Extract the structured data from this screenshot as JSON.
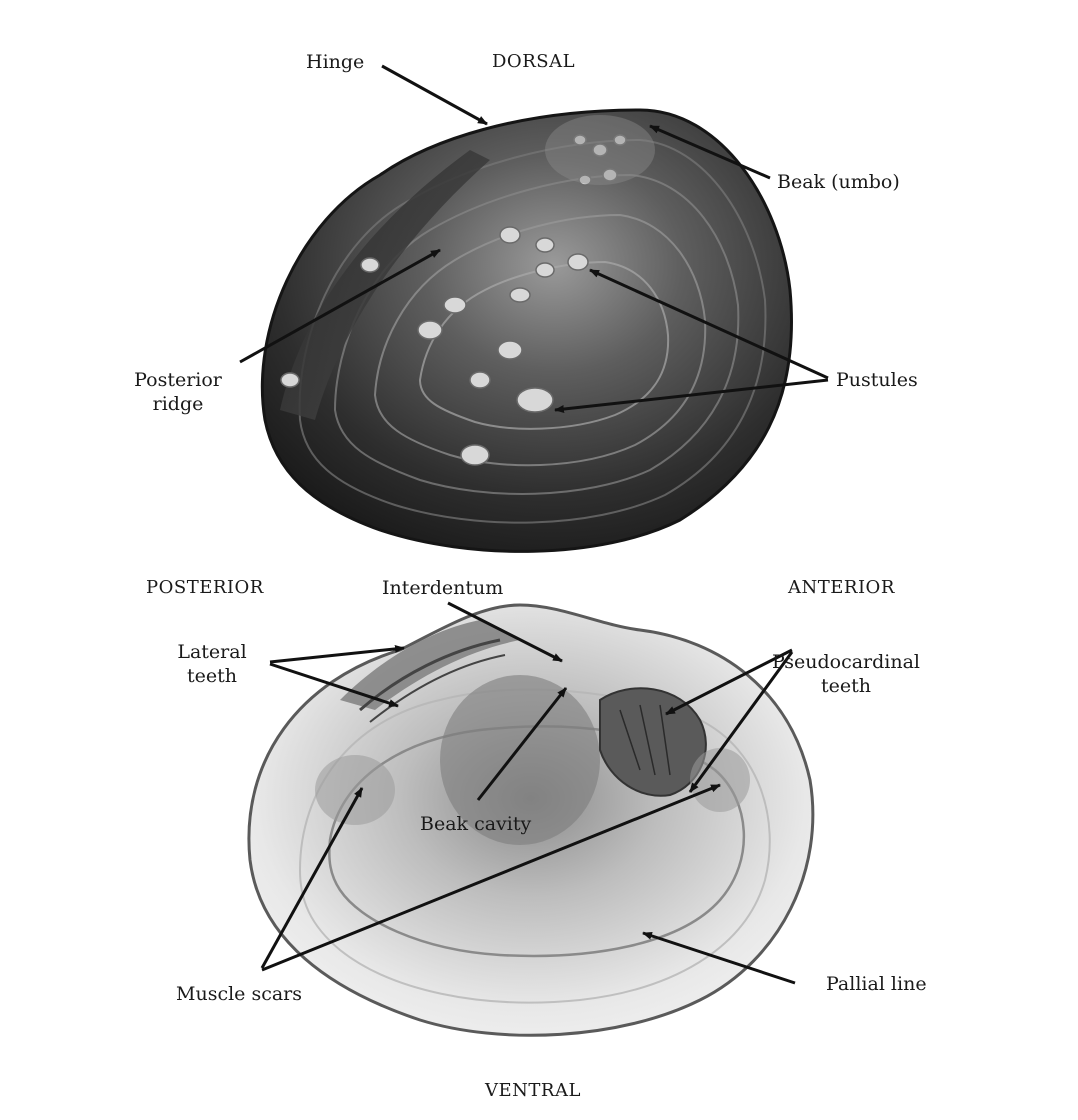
{
  "orientation": {
    "dorsal": "DORSAL",
    "ventral": "VENTRAL",
    "posterior": "POSTERIOR",
    "anterior": "ANTERIOR"
  },
  "exterior_labels": {
    "hinge": "Hinge",
    "beak": "Beak (umbo)",
    "posterior_ridge_1": "Posterior",
    "posterior_ridge_2": "ridge",
    "pustules": "Pustules"
  },
  "interior_labels": {
    "interdentum": "Interdentum",
    "lateral_teeth_1": "Lateral",
    "lateral_teeth_2": "teeth",
    "pseudocardinal_teeth_1": "Pseudocardinal",
    "pseudocardinal_teeth_2": "teeth",
    "beak_cavity": "Beak cavity",
    "muscle_scars": "Muscle scars",
    "pallial_line": "Pallial line"
  },
  "colors": {
    "exterior_shell": "#3a3a3a",
    "interior_shell": "#e6e6e6",
    "label_text": "#1a1a1a",
    "arrow": "#111111"
  }
}
